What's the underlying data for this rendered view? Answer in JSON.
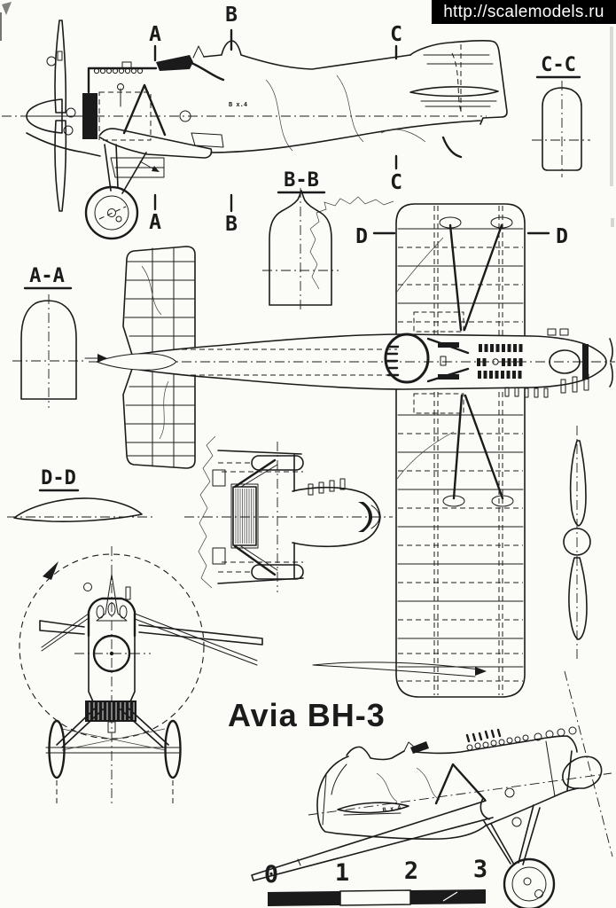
{
  "banner": {
    "url_text": "http://scalemodels.ru"
  },
  "title": "Avia BH-3",
  "cut_markers": {
    "a": "A",
    "b": "B",
    "c": "C",
    "d": "D"
  },
  "section_labels": {
    "aa": "A-A",
    "bb": "B-B",
    "cc": "C-C",
    "dd": "D-D"
  },
  "fuselage_marking": "B x.4",
  "scale_bar": {
    "ticks": [
      "0",
      "1",
      "2",
      "3"
    ]
  },
  "colors": {
    "ink": "#1b1b1b",
    "paper": "#fbfbf8",
    "banner_bg": "#000000",
    "banner_text": "#ffffff"
  }
}
